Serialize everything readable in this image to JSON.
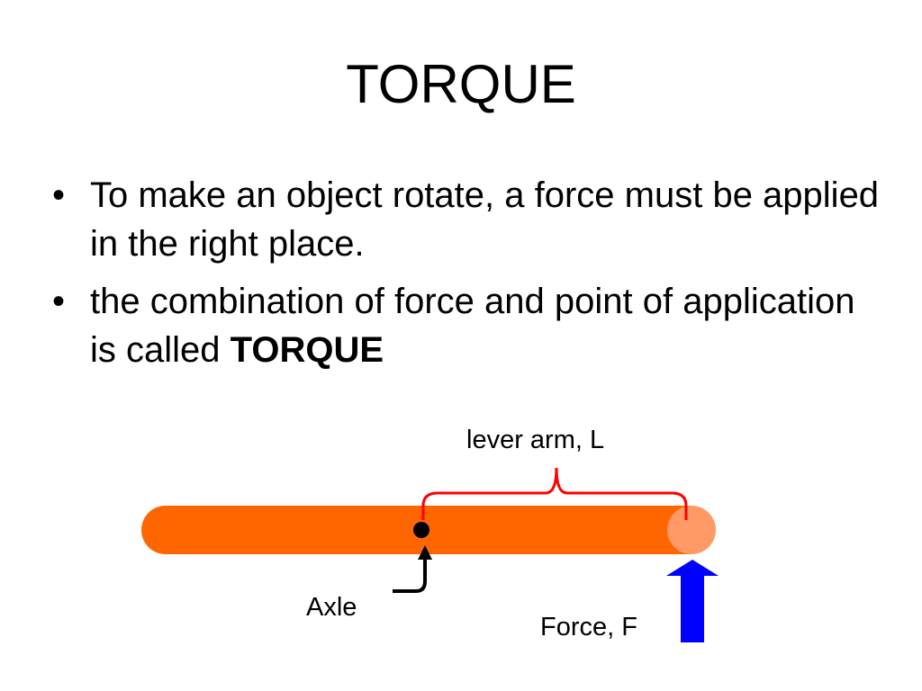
{
  "slide": {
    "title": "TORQUE",
    "bullets": [
      {
        "marker": "•",
        "text": "To make an object rotate, a force must be applied in the right place.",
        "emphasis": ""
      },
      {
        "marker": "•",
        "text": "the combination of force and point of application is called ",
        "emphasis": "TORQUE"
      }
    ]
  },
  "diagram": {
    "lever_arm_label": "lever arm, L",
    "axle_label": "Axle",
    "force_label": "Force, F",
    "colors": {
      "lever_bar": "#ff6600",
      "force_point": "#ff9966",
      "brace": "#ff0000",
      "axle_dot": "#000000",
      "axle_pointer": "#000000",
      "force_arrow": "#0000ff"
    }
  }
}
